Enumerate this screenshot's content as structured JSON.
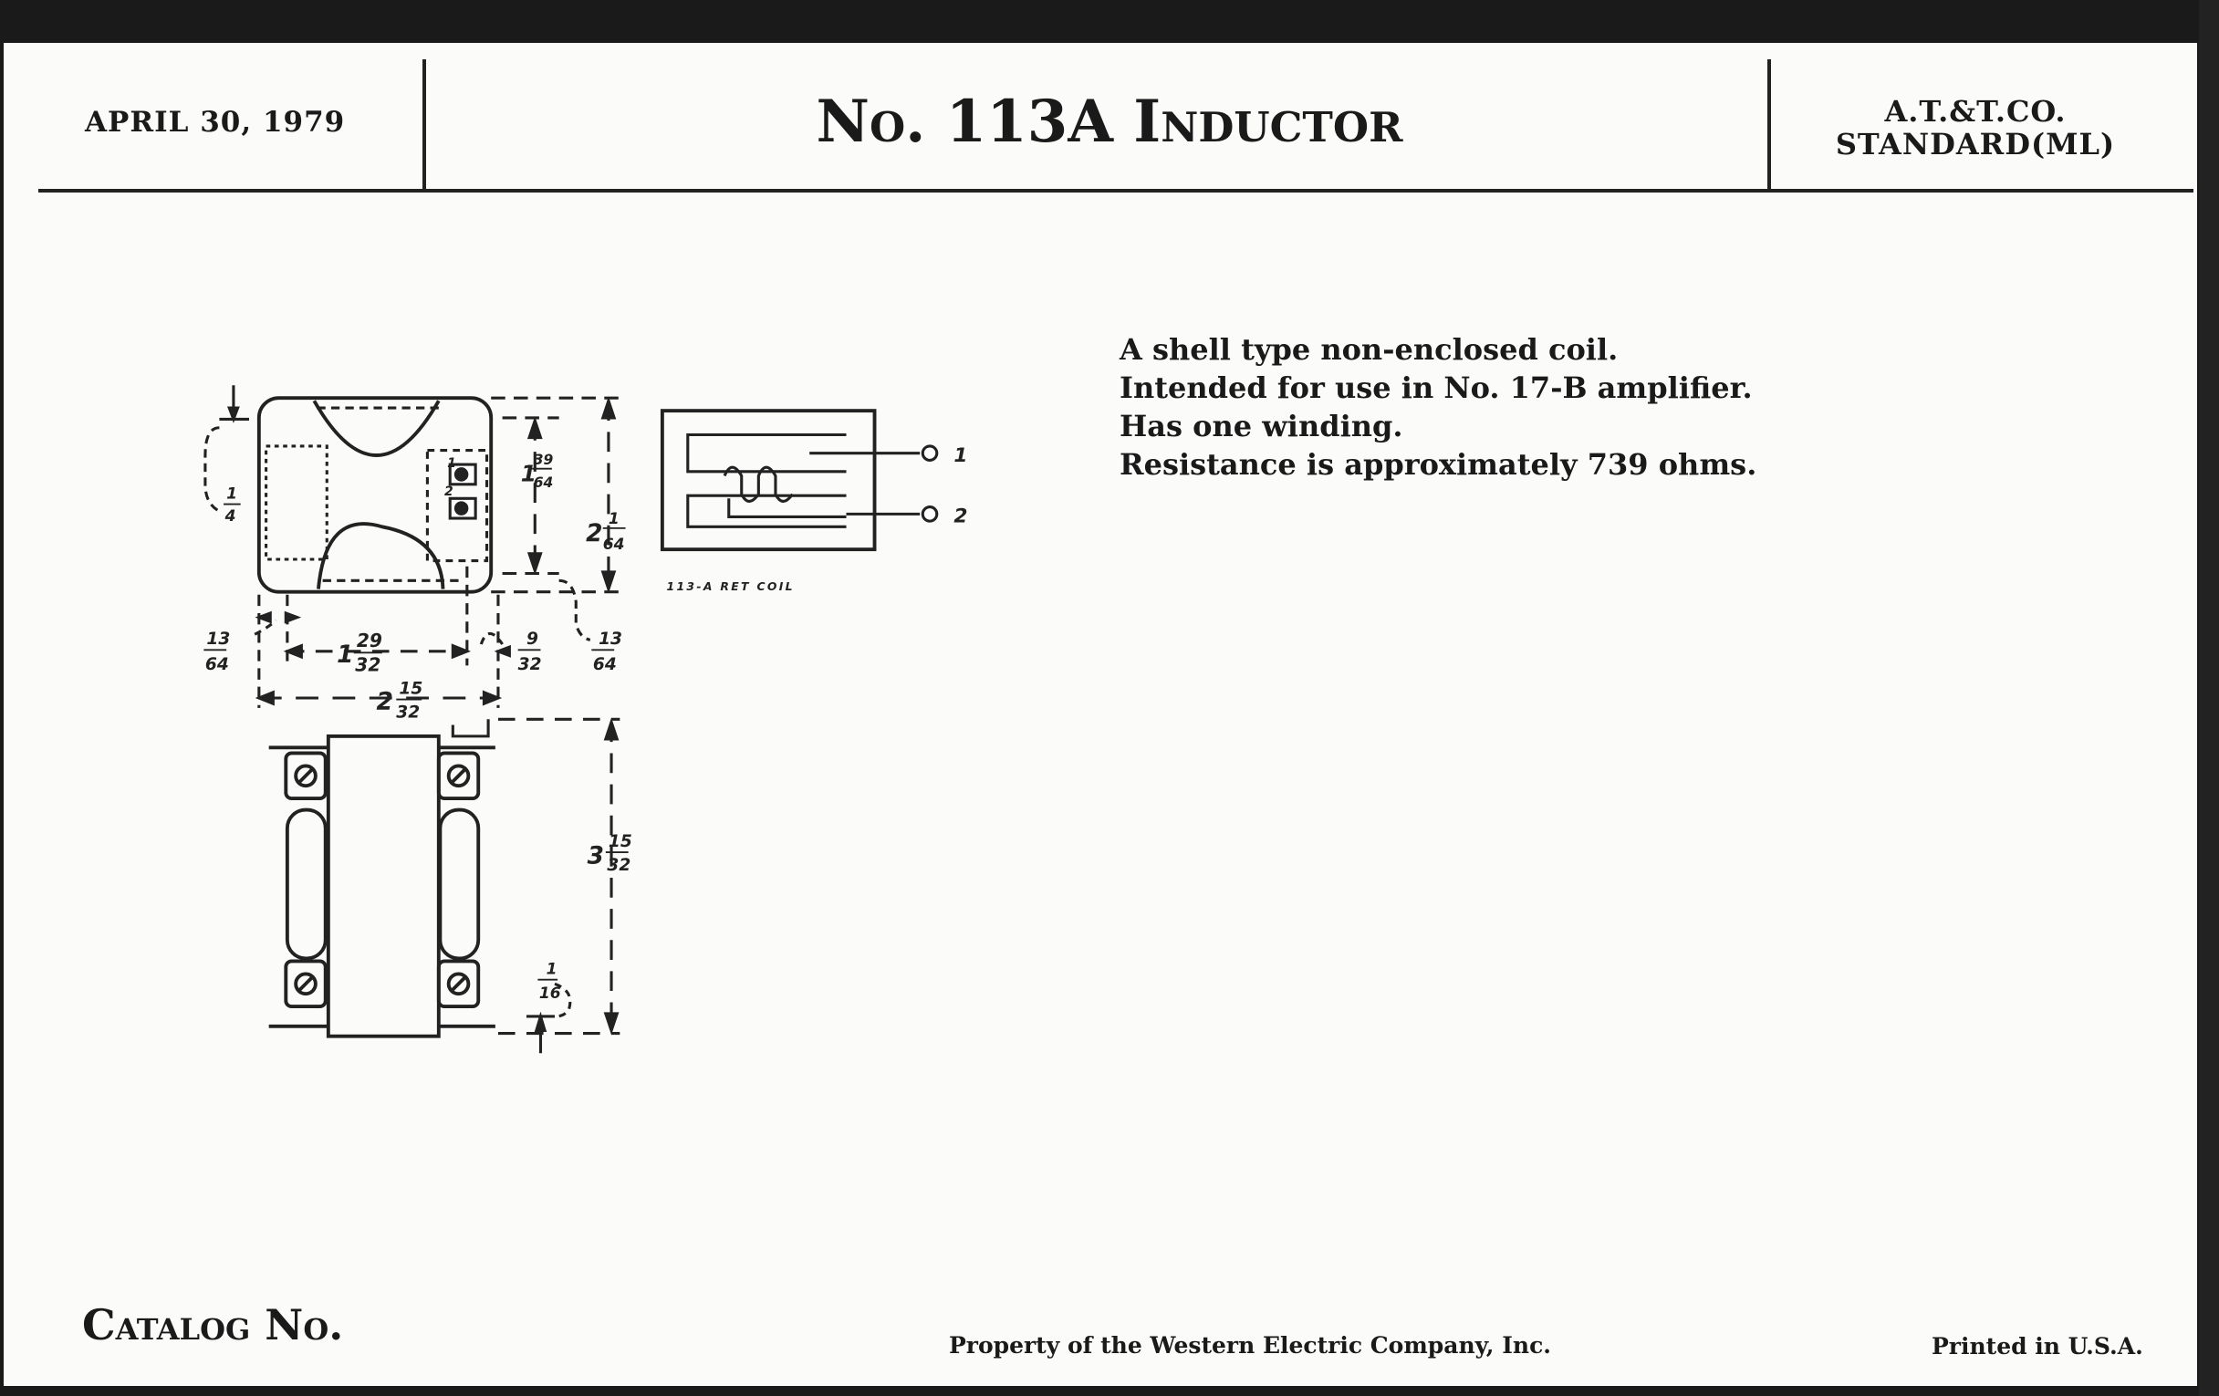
{
  "header": {
    "date": "APRIL 30, 1979",
    "title": "No. 113A Inductor",
    "standard_line1": "A.T.&T.CO.",
    "standard_line2": "STANDARD(ML)"
  },
  "description": [
    "A shell type non-enclosed coil.",
    "Intended for use in No. 17-B amplifier.",
    "Has one winding.",
    "Resistance is approximately 739 ohms."
  ],
  "drawing": {
    "dims": {
      "d_1_4": {
        "whole": "",
        "num": "1",
        "den": "4"
      },
      "d_1_39_64": {
        "whole": "1",
        "num": "39",
        "den": "64"
      },
      "d_2_1_64": {
        "whole": "2",
        "num": "1",
        "den": "64"
      },
      "d_13_64_left": {
        "whole": "",
        "num": "13",
        "den": "64"
      },
      "d_1_29_32": {
        "whole": "1",
        "num": "29",
        "den": "32"
      },
      "d_9_32": {
        "whole": "",
        "num": "9",
        "den": "32"
      },
      "d_13_64_right": {
        "whole": "",
        "num": "13",
        "den": "64"
      },
      "d_2_15_32": {
        "whole": "2",
        "num": "15",
        "den": "32"
      },
      "d_3_15_32": {
        "whole": "3",
        "num": "15",
        "den": "32"
      },
      "d_1_16": {
        "whole": "",
        "num": "1",
        "den": "16"
      }
    },
    "terminal_1": "1",
    "terminal_2": "2",
    "coil_terminal_1": "1",
    "coil_terminal_2": "2",
    "schematic_caption": "113-A RET COIL"
  },
  "footer": {
    "catalog": "Catalog No.",
    "property": "Property of the Western Electric Company, Inc.",
    "printed": "Printed in U.S.A."
  }
}
